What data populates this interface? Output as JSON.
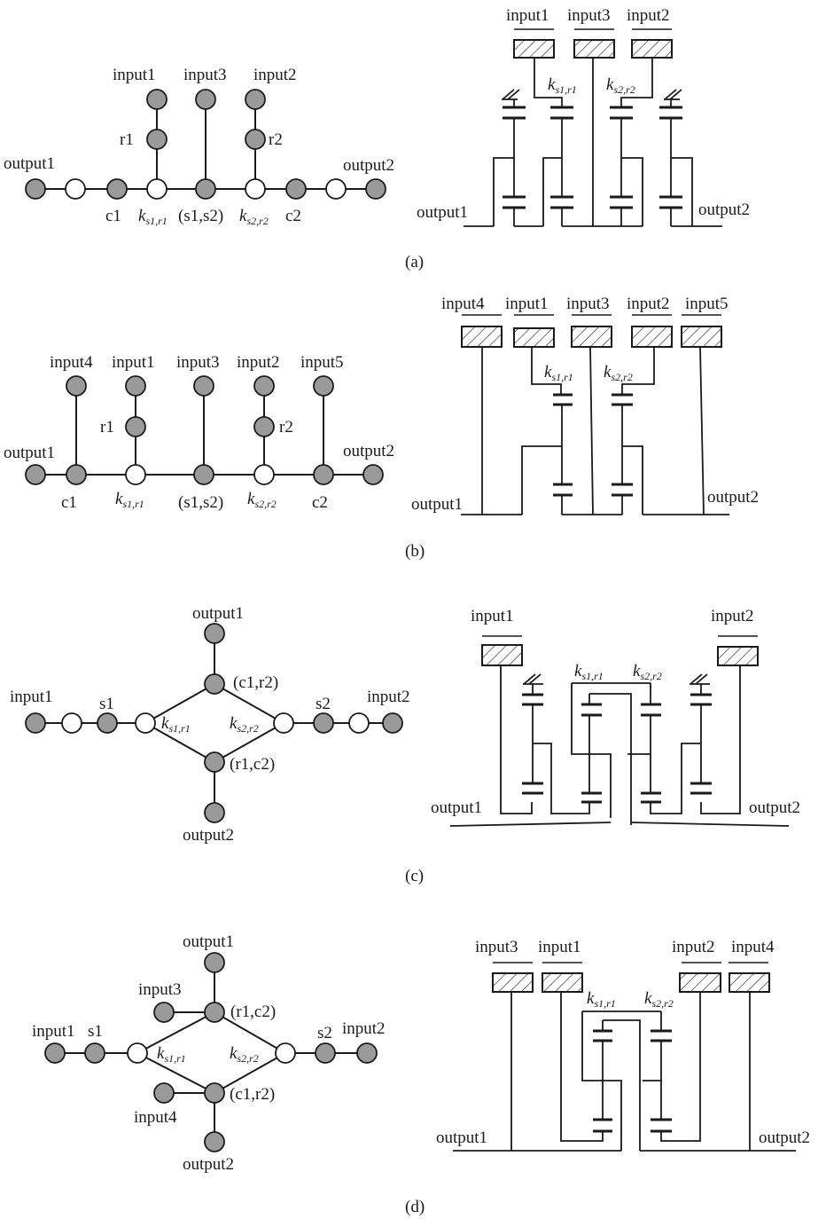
{
  "figure": {
    "panels": [
      {
        "id": "a",
        "caption": "(a)",
        "graph": {
          "labels": {
            "input1": "input1",
            "input3": "input3",
            "input2": "input2",
            "r1": "r1",
            "r2": "r2",
            "output1": "output1",
            "output2": "output2",
            "c1": "c1",
            "s1s2": "(s1,s2)",
            "c2": "c2"
          },
          "nodes": [
            "output1",
            "open",
            "c1",
            "k_s1_r1",
            "(s1,s2)",
            "k_s2_r2",
            "c2",
            "open",
            "output2",
            "r1",
            "input1",
            "input3",
            "r2",
            "input2"
          ]
        },
        "schematic": {
          "inputs": [
            "input1",
            "input3",
            "input2"
          ],
          "output_left": "output1",
          "output_right": "output2"
        }
      },
      {
        "id": "b",
        "caption": "(b)",
        "graph": {
          "labels": {
            "input4": "input4",
            "input1": "input1",
            "input3": "input3",
            "input2": "input2",
            "input5": "input5",
            "r1": "r1",
            "r2": "r2",
            "output1": "output1",
            "output2": "output2",
            "c1": "c1",
            "s1s2": "(s1,s2)",
            "c2": "c2"
          }
        },
        "schematic": {
          "inputs": [
            "input4",
            "input1",
            "input3",
            "input2",
            "input5"
          ],
          "output_left": "output1",
          "output_right": "output2"
        }
      },
      {
        "id": "c",
        "caption": "(c)",
        "graph": {
          "labels": {
            "output1": "output1",
            "output2": "output2",
            "input1": "input1",
            "input2": "input2",
            "s1": "s1",
            "s2": "s2",
            "top": "(c1,r2)",
            "bottom": "(r1,c2)"
          }
        },
        "schematic": {
          "inputs": [
            "input1",
            "input2"
          ],
          "output_left": "output1",
          "output_right": "output2"
        }
      },
      {
        "id": "d",
        "caption": "(d)",
        "graph": {
          "labels": {
            "output1": "output1",
            "output2": "output2",
            "input1": "input1",
            "input2": "input2",
            "input3": "input3",
            "input4": "input4",
            "s1": "s1",
            "s2": "s2",
            "top": "(r1,c2)",
            "bottom": "(c1,r2)"
          }
        },
        "schematic": {
          "inputs": [
            "input3",
            "input1",
            "input2",
            "input4"
          ],
          "output_left": "output1",
          "output_right": "output2"
        }
      }
    ],
    "lever_labels": {
      "k1_main": "k",
      "k1_sub": "s1,r1",
      "k2_main": "k",
      "k2_sub": "s2,r2"
    }
  }
}
